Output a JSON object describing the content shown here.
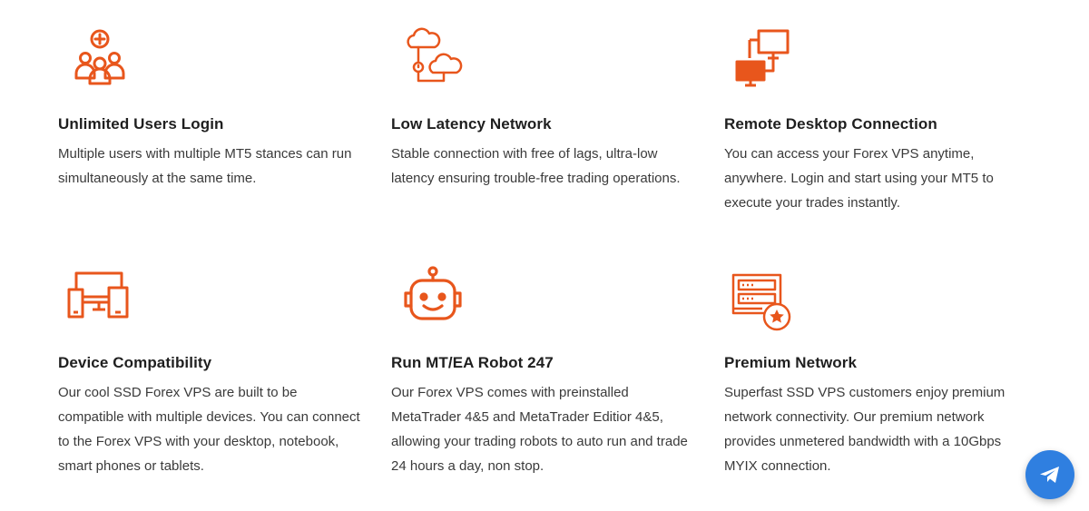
{
  "colors": {
    "accent": "#e8561c",
    "title": "#1f1f1f",
    "text": "#3a3a3a",
    "chat": "#2f7fe0"
  },
  "features": [
    {
      "icon": "users-plus-icon",
      "title": "Unlimited Users Login",
      "description": "Multiple users with multiple MT5 stances can run simultaneously at the same time."
    },
    {
      "icon": "cloud-network-icon",
      "title": "Low Latency Network",
      "description": "Stable connection with free of lags, ultra-low latency ensuring trouble-free trading operations."
    },
    {
      "icon": "remote-desktop-icon",
      "title": "Remote Desktop Connection",
      "description": "You can access your Forex VPS anytime, anywhere. Login and start using your MT5 to execute your trades instantly."
    },
    {
      "icon": "devices-icon",
      "title": "Device Compatibility",
      "description": "Our cool SSD Forex VPS are built to be compatible with multiple devices. You can connect to the Forex VPS with your desktop, notebook, smart phones or tablets."
    },
    {
      "icon": "robot-icon",
      "title": "Run MT/EA Robot 247",
      "description": "Our Forex VPS comes with preinstalled MetaTrader 4&5 and MetaTrader Editior 4&5, allowing your trading robots to auto run and trade 24 hours a day, non stop."
    },
    {
      "icon": "premium-server-icon",
      "title": "Premium Network",
      "description": "Superfast SSD VPS customers enjoy premium network connectivity. Our premium network provides unmetered bandwidth with a 10Gbps MYIX connection."
    }
  ],
  "chat_button": {
    "icon": "telegram-icon"
  }
}
